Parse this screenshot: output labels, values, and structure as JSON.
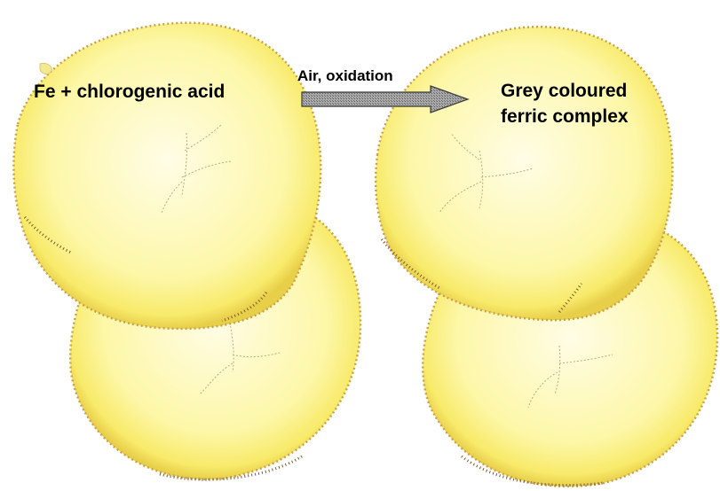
{
  "labels": {
    "reactant": "Fe + chlorogenic acid",
    "process": "Air, oxidation",
    "product_line1": "Grey coloured",
    "product_line2": "ferric complex"
  },
  "colors": {
    "slice_fill": "#fdf6a0",
    "slice_center": "#fffce0",
    "slice_edge_brown": "#8a6a3a",
    "slice_rim": "#f2e05a",
    "vein": "#b8ad78",
    "arrow_fill": "#8f8f8f",
    "text": "#000000"
  }
}
